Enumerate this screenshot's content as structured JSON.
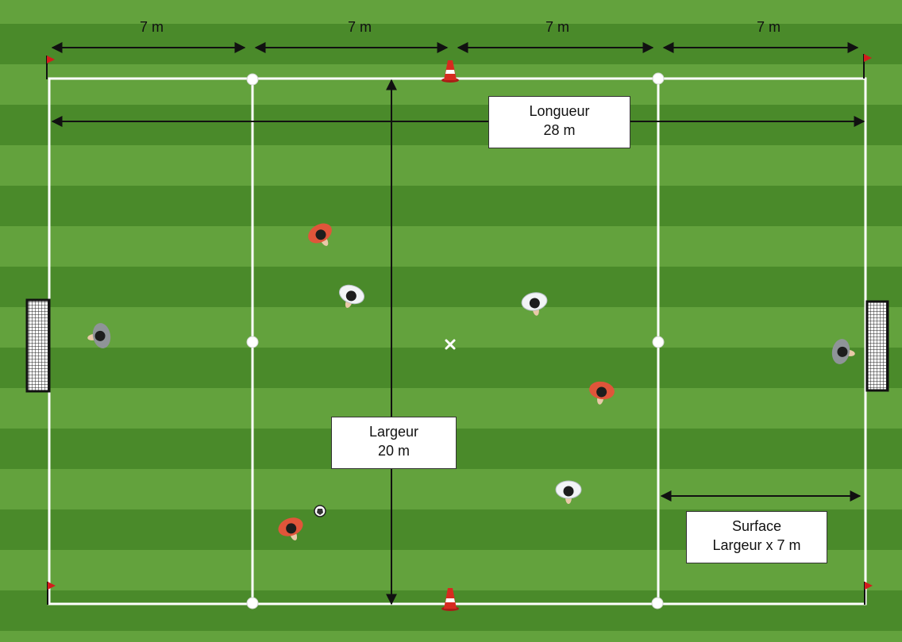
{
  "segments": [
    "7 m",
    "7 m",
    "7 m",
    "7 m"
  ],
  "length_box": {
    "title": "Longueur",
    "value": "28 m"
  },
  "width_box": {
    "title": "Largeur",
    "value": "20 m"
  },
  "surface_box": {
    "title": "Surface",
    "value": "Largeur x 7 m"
  },
  "colors": {
    "grass_dark": "#4a8a2a",
    "grass_light": "#63a23d",
    "line": "#ffffff",
    "team_red": "#e0553a",
    "team_white": "#f2f4f6",
    "goalkeeper": "#8f9498",
    "cone": "#d62b1f",
    "flag": "#d41c1c"
  }
}
